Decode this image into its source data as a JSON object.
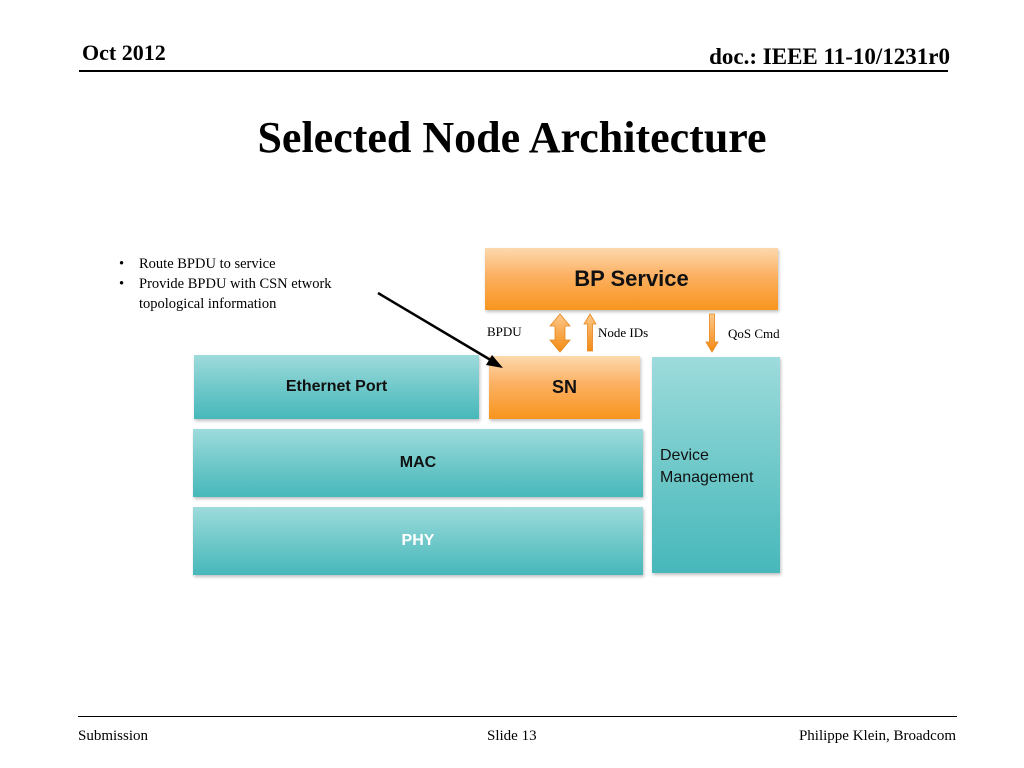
{
  "header": {
    "date": "Oct 2012",
    "doc_id": "doc.: IEEE 11-10/1231r0"
  },
  "title": "Selected Node Architecture",
  "bullets": [
    {
      "line1": "Route BPDU to       service",
      "line2": ""
    },
    {
      "line1": "Provide BPDU with CSN   etwork",
      "line2": "topological information"
    }
  ],
  "bullet_glyph": "•",
  "diagram": {
    "bp_service": "BP Service",
    "ethernet_port": "Ethernet Port",
    "sn": "SN",
    "mac": "MAC",
    "phy": "PHY",
    "device_management_line1": "Device",
    "device_management_line2": "Management",
    "labels": {
      "bpdu": "BPDU",
      "node_ids": "Node IDs",
      "qos_cmd": "QoS Cmd"
    },
    "colors": {
      "teal": "#4bbabd",
      "orange": "#f8951e",
      "arrow": "#f8951e"
    }
  },
  "footer": {
    "submission": "Submission",
    "slide": "Slide 13",
    "author": "Philippe Klein, Broadcom"
  }
}
